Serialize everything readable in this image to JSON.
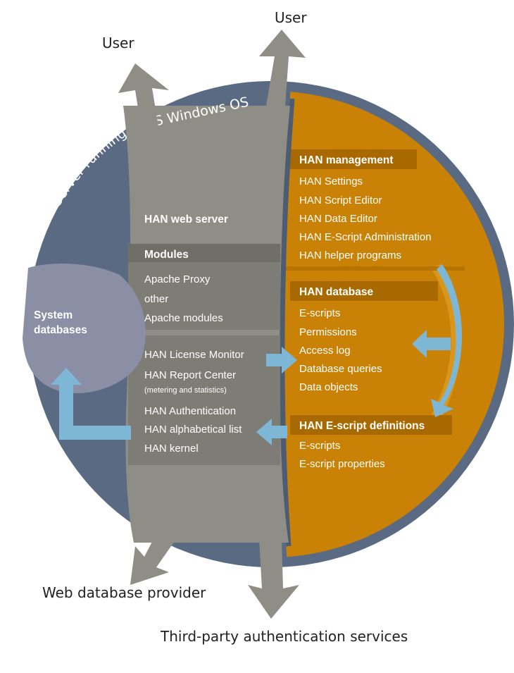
{
  "external": {
    "user_left": "User",
    "user_right": "User",
    "web_database_provider": "Web database provider",
    "third_party_auth": "Third-party authentication services"
  },
  "ring_label": {
    "server_running": "Server running",
    "ms_windows_os": "MS Windows OS"
  },
  "system_databases": {
    "line1": "System",
    "line2": "databases"
  },
  "web_server": {
    "title": "HAN web server",
    "modules_header": "Modules",
    "modules_items": [
      "Apache Proxy",
      "other",
      "Apache modules"
    ],
    "han_items": [
      "HAN License Monitor",
      "HAN Report Center",
      "HAN Authentication",
      "HAN alphabetical list",
      "HAN kernel"
    ],
    "report_center_note": "(metering and statistics)"
  },
  "management": {
    "header": "HAN management",
    "items": [
      "HAN Settings",
      "HAN Script Editor",
      "HAN Data Editor",
      "HAN E-Script Administration",
      "HAN helper programs"
    ]
  },
  "database": {
    "header": "HAN database",
    "items": [
      "E-scripts",
      "Permissions",
      "Access log",
      "Database queries",
      "Data objects"
    ]
  },
  "escript_definitions": {
    "header": "HAN E-script definitions",
    "items": [
      "E-scripts",
      "E-script properties"
    ]
  },
  "colors": {
    "ring": "#5a6a82",
    "gray_column": "#8e8e86",
    "dark_band": "#6f6f68",
    "orange": "#c98206",
    "orange_dark": "#a86a00",
    "arrow_blue": "#7eb6d6",
    "system_db": "#8b8fa6"
  }
}
